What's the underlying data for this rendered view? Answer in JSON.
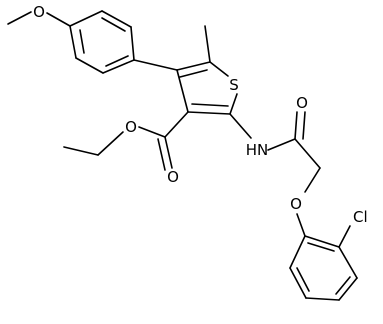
{
  "structure": {
    "atoms": {
      "methoxy_oxygen": "O",
      "thiophene_sulfur": "S",
      "ester_carbonyl_oxygen": "O",
      "ester_ether_oxygen": "O",
      "amide_nitrogen": "HN",
      "amide_carbonyl_oxygen": "O",
      "ether_oxygen": "O",
      "chlorine": "Cl"
    }
  }
}
